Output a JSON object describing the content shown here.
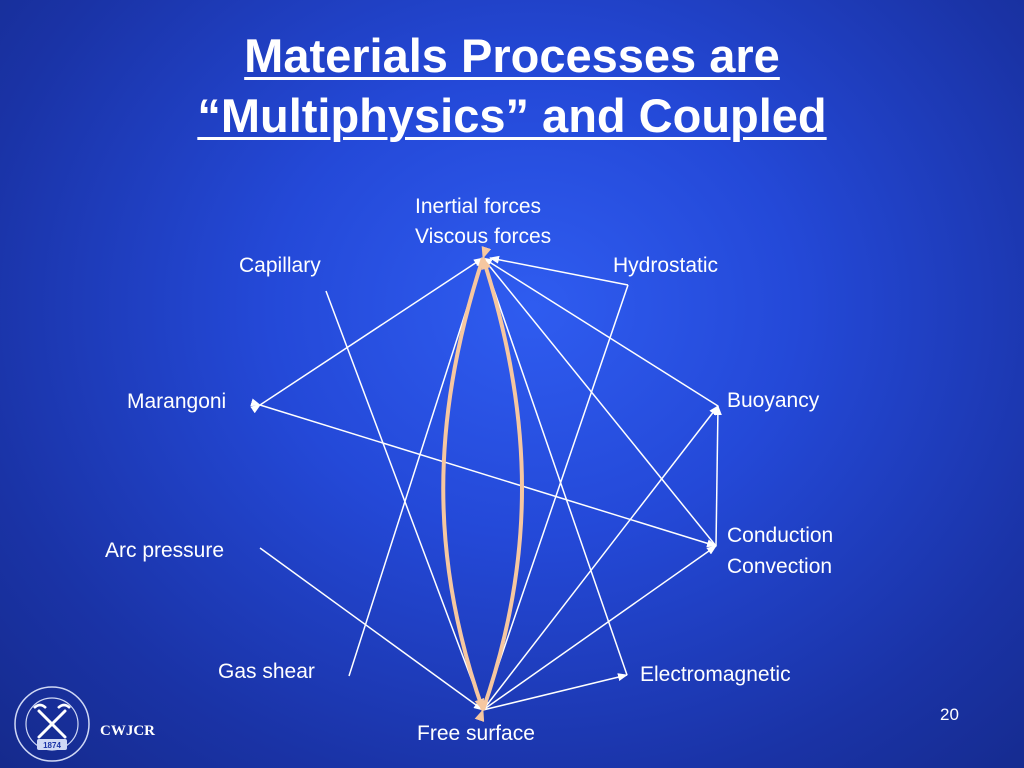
{
  "title": {
    "line1": "Materials Processes are",
    "line2": "“Multiphysics” and Coupled"
  },
  "nodes": {
    "inertial_line1": "Inertial forces",
    "inertial_line2": "Viscous forces",
    "capillary": "Capillary",
    "hydrostatic": "Hydrostatic",
    "marangoni": "Marangoni",
    "buoyancy": "Buoyancy",
    "arc_pressure": "Arc pressure",
    "conduction": "Conduction",
    "convection": "Convection",
    "gas_shear": "Gas shear",
    "electromagnetic": "Electromagnetic",
    "free_surface": "Free surface"
  },
  "connections": [
    {
      "from": "marangoni",
      "to": "inertial",
      "arrow": "both"
    },
    {
      "from": "marangoni",
      "to": "conduction",
      "arrow": "both"
    },
    {
      "from": "capillary",
      "to": "free_surface",
      "arrow": "end"
    },
    {
      "from": "hydrostatic",
      "to": "inertial",
      "arrow": "end"
    },
    {
      "from": "hydrostatic",
      "to": "free_surface",
      "arrow": "end"
    },
    {
      "from": "buoyancy",
      "to": "inertial",
      "arrow": "end"
    },
    {
      "from": "conduction",
      "to": "buoyancy",
      "arrow": "end"
    },
    {
      "from": "conduction",
      "to": "inertial",
      "arrow": "end"
    },
    {
      "from": "electromagnetic",
      "to": "inertial",
      "arrow": "none"
    },
    {
      "from": "free_surface",
      "to": "buoyancy",
      "arrow": "end"
    },
    {
      "from": "free_surface",
      "to": "conduction",
      "arrow": "end"
    },
    {
      "from": "free_surface",
      "to": "electromagnetic",
      "arrow": "end"
    },
    {
      "from": "arc_pressure",
      "to": "free_surface",
      "arrow": "end"
    },
    {
      "from": "gas_shear",
      "to": "inertial",
      "arrow": "end"
    },
    {
      "from": "inertial",
      "to": "free_surface",
      "arrow": "both",
      "emphasis": true
    }
  ],
  "colors": {
    "line": "#ffffff",
    "coupling": "#f6c7a0"
  },
  "footer": {
    "page_number": "20",
    "org": "CWJCR",
    "seal_year": "1874"
  }
}
